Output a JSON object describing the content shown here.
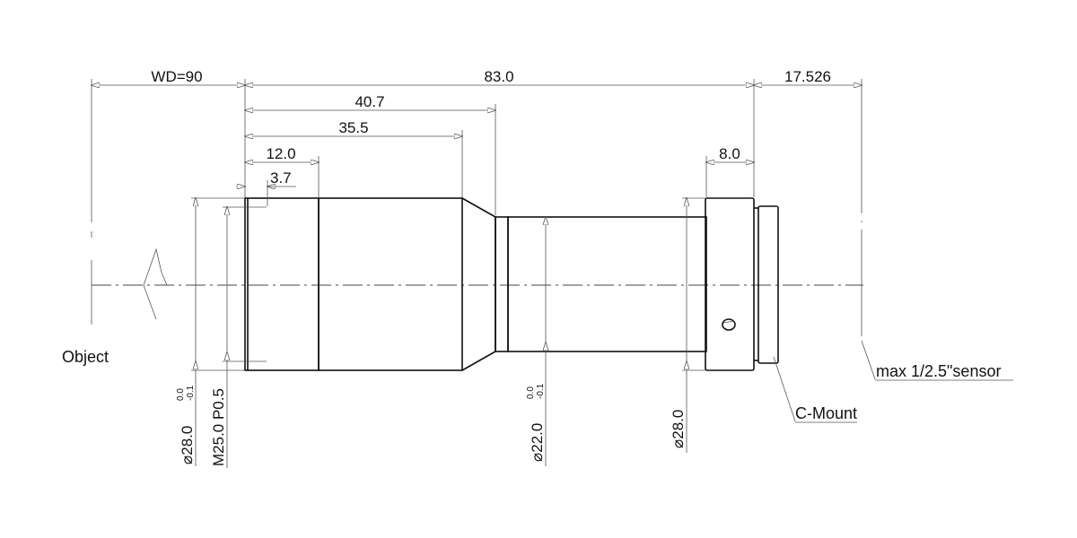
{
  "title": "Lens dimension drawing",
  "dimensions": {
    "wd": "WD=90",
    "total_length": "83.0",
    "back_focus": "17.526",
    "d40_7": "40.7",
    "d35_5": "35.5",
    "d12_0": "12.0",
    "d8_0": "8.0",
    "d3_7": "3.7"
  },
  "diameters": {
    "front_od": "⌀28.0",
    "front_od_tol_upper": "0.0",
    "front_od_tol_lower": "-0.1",
    "filter_thread": "M25.0 P0.5",
    "barrel_od": "⌀22.0",
    "barrel_od_tol_upper": "0.0",
    "barrel_od_tol_lower": "-0.1",
    "mount_od": "⌀28.0"
  },
  "labels": {
    "object": "Object",
    "sensor": "max 1/2.5\"sensor",
    "mount": "C-Mount"
  }
}
